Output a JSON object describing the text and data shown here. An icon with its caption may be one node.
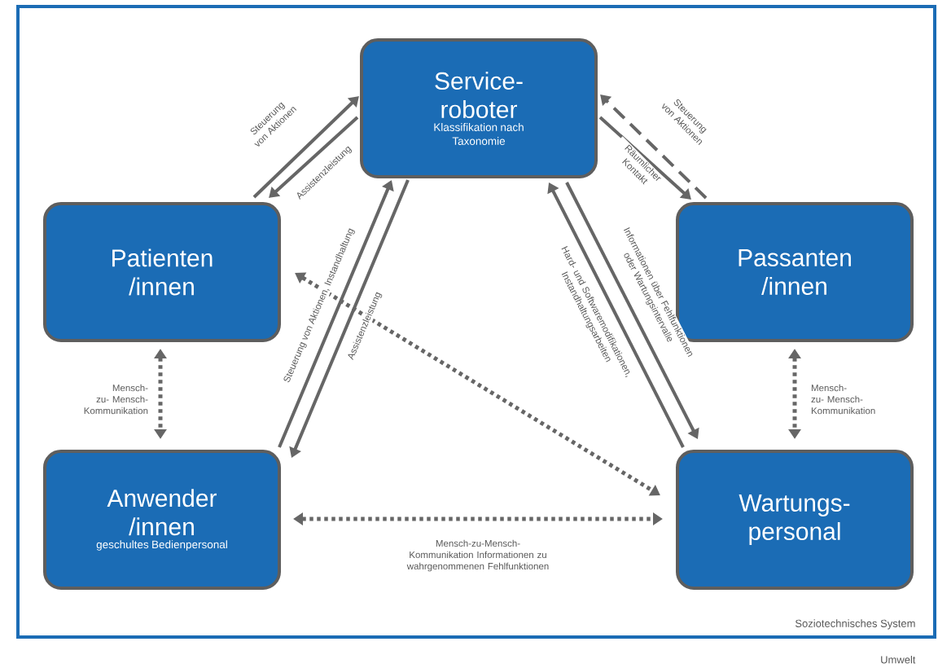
{
  "diagram": {
    "nodes": [
      {
        "text": [
          "Soziotechnisches System"
        ]
      },
      {
        "text": [
          "Service- roboter",
          "Klassifikation nach Taxonomie"
        ],
        "in": 0
      },
      {
        "text": [
          "Patienten /innen"
        ],
        "in": 0
      },
      {
        "text": [
          "Passanten /innen"
        ],
        "in": 0
      },
      {
        "text": [
          "Anwender /innen",
          "geschultes Bedienpersonal"
        ],
        "in": 0
      },
      {
        "text": [
          "Wartungs- personal"
        ],
        "in": 0
      }
    ],
    "edges": [
      {
        "from": 2,
        "to": 1,
        "arrow": "to",
        "label": "Steuerung von Aktionen"
      },
      {
        "from": 1,
        "to": 2,
        "arrow": "to",
        "label": "Assistenzleistung"
      },
      {
        "from": 1,
        "to": 3,
        "arrow": "to",
        "label": "Räumlicher Kontakt"
      },
      {
        "from": 3,
        "to": 1,
        "arrow": "to",
        "label": "Steuerung von Aktionen",
        "style": "dashed"
      },
      {
        "from": 4,
        "to": 1,
        "arrow": "to",
        "label": "Steuerung von Aktionen, Instandhaltung"
      },
      {
        "from": 1,
        "to": 4,
        "arrow": "to",
        "label": "Assistenzleistung"
      },
      {
        "from": 1,
        "to": 5,
        "arrow": "to",
        "label": "Informationen über Fehlfunktionen oder Wartungsintervalle"
      },
      {
        "from": 5,
        "to": 1,
        "arrow": "to",
        "label": "Hard- und Softwaremodifikationen, Instandhaltungsarbeiten"
      },
      {
        "from": 2,
        "to": 4,
        "arrow": "both",
        "label": "Mensch-zu- Mensch- Kommunikation",
        "style": "dashed"
      },
      {
        "from": 3,
        "to": 5,
        "arrow": "both",
        "label": "Mensch-zu- Mensch- Kommunikation",
        "style": "dashed"
      },
      {
        "from": 4,
        "to": 5,
        "arrow": "both",
        "label": "Mensch-zu-Mensch-Kommunikation Informationen zu wahrgenommenen Fehlfunktionen",
        "style": "dashed"
      },
      {
        "from": 2,
        "to": 5,
        "arrow": "both",
        "style": "dashed"
      }
    ],
    "labels": [
      "Umwelt"
    ]
  }
}
